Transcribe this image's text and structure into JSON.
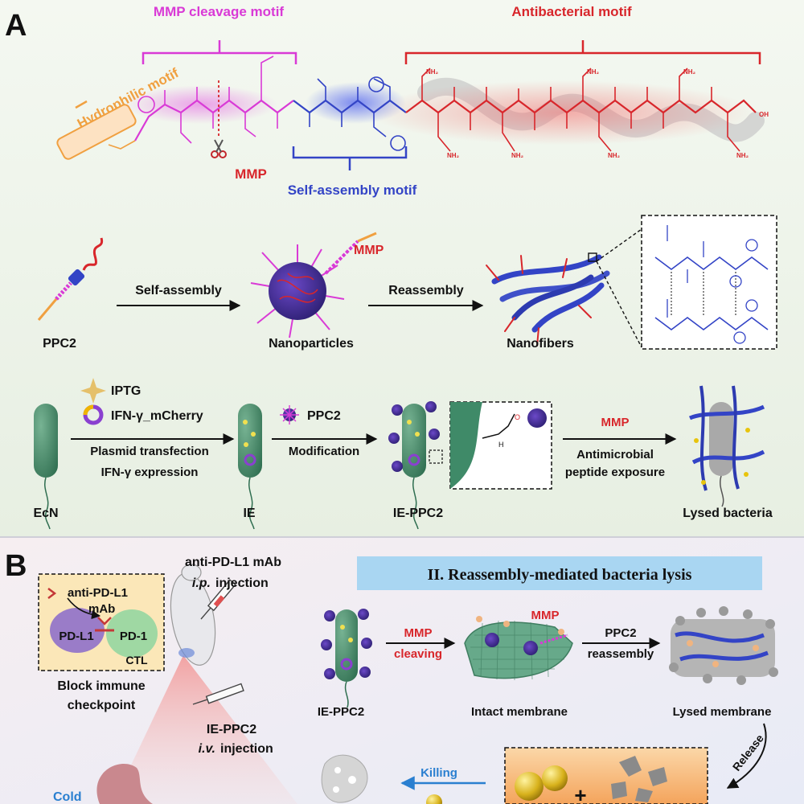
{
  "panel_a": {
    "letter": "A",
    "motifs": {
      "mmp_cleavage": "MMP cleavage motif",
      "antibacterial": "Antibacterial motif",
      "hydrophilic": "Hydrophilic motif",
      "self_assembly": "Self-assembly motif",
      "mmp": "MMP"
    },
    "row2": {
      "ppc2": "PPC2",
      "self_assembly": "Self-assembly",
      "nanoparticles": "Nanoparticles",
      "mmp": "MMP",
      "reassembly": "Reassembly",
      "nanofibers": "Nanofibers"
    },
    "row3": {
      "iptg": "IPTG",
      "ifn_mcherry": "IFN-γ_mCherry",
      "plasmid": "Plasmid transfection",
      "ifn_expr": "IFN-γ expression",
      "ppc2": "PPC2",
      "modification": "Modification",
      "mmp": "MMP",
      "antimicrobial": "Antimicrobial",
      "exposure": "peptide exposure",
      "ecn": "EcN",
      "ie": "IE",
      "ie_ppc2": "IE-PPC2",
      "lysed": "Lysed bacteria"
    }
  },
  "panel_b": {
    "letter": "B",
    "anti_pdl1_title": "anti-PD-L1 mAb",
    "ip": "i.p.",
    "injection": "injection",
    "inset_mab_1": "anti-PD-L1",
    "inset_mab_2": "mAb",
    "pdl1": "PD-L1",
    "pd1": "PD-1",
    "ctl": "CTL",
    "block_1": "Block immune",
    "block_2": "checkpoint",
    "ie_ppc2": "IE-PPC2",
    "iv": "i.v.",
    "cold": "Cold",
    "section_title": "II. Reassembly-mediated bacteria lysis",
    "mmp_top": "MMP",
    "mmp_arrow": "MMP",
    "cleaving": "cleaving",
    "ppc2": "PPC2",
    "reassembly": "reassembly",
    "ie_ppc2_label": "IE-PPC2",
    "intact": "Intact membrane",
    "lysed": "Lysed membrane",
    "release": "Release",
    "killing": "Killing",
    "plus": "+"
  },
  "colors": {
    "panel_a_bg": "#eef4ea",
    "panel_b_bg": "#eef0f7",
    "magenta": "#d93ad6",
    "red": "#d8262b",
    "blue": "#3344c6",
    "orange": "#f0a040",
    "bacteria_green": "#3f8a68",
    "title_bar": "#a9d6f2",
    "killing_blue": "#2a7fd0"
  }
}
